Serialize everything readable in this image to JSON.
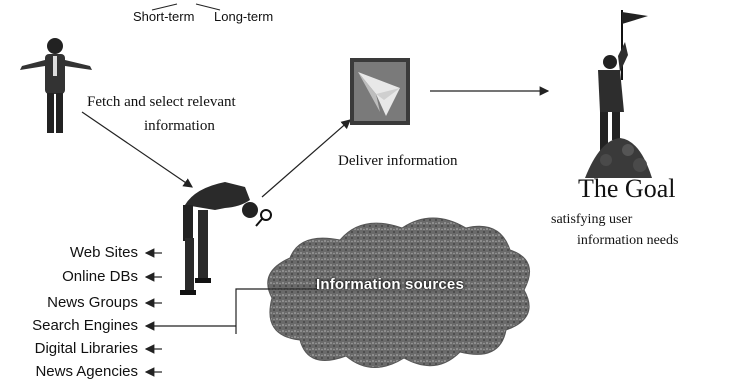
{
  "header": {
    "short_term": "Short-term",
    "long_term": "Long-term"
  },
  "flow": {
    "fetch_line1": "Fetch and select relevant",
    "fetch_line2": "information",
    "deliver": "Deliver information"
  },
  "goal": {
    "title": "The Goal",
    "desc_line1": "satisfying user",
    "desc_line2": "information needs"
  },
  "sources": {
    "cloud_label": "Information sources",
    "items": [
      "Web Sites",
      "Online DBs",
      "News Groups",
      "Search Engines",
      "Digital Libraries",
      "News Agencies"
    ]
  }
}
